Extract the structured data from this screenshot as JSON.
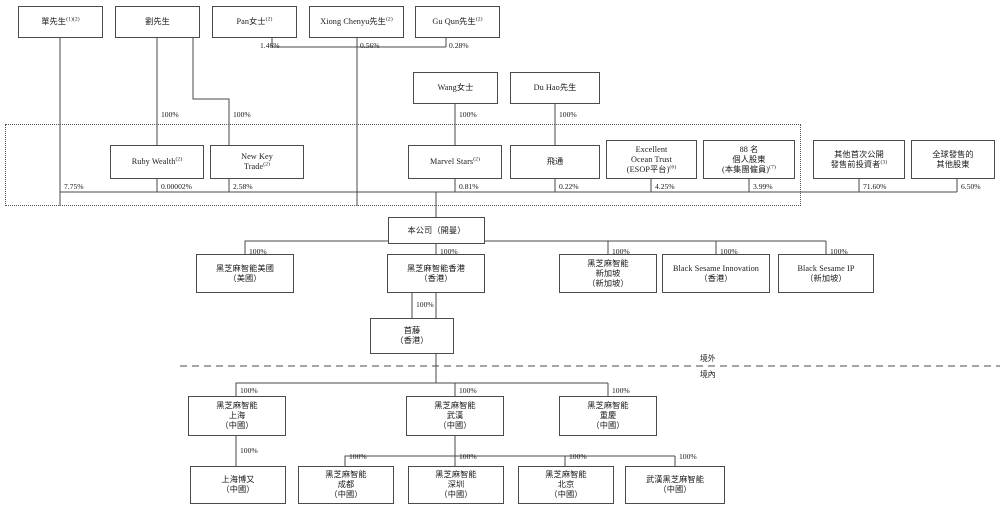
{
  "chart": {
    "title": "Corporate Shareholding Structure",
    "zone_labels": {
      "offshore": "境外",
      "onshore": "境內"
    },
    "colors": {
      "box_border": "#4a4a4a",
      "line": "#4a4a4a",
      "dotted_border": "#555555",
      "text": "#1a1a1a",
      "background": "#ffffff"
    }
  },
  "nodes": {
    "shan": {
      "l1": "單先生",
      "sup": "(1)(2)"
    },
    "liu": {
      "l1": "劉先生"
    },
    "pan": {
      "l1": "Pan女士",
      "sup": "(2)"
    },
    "xiong": {
      "l1": "Xiong Chenyu先生",
      "sup": "(2)"
    },
    "guqun": {
      "l1": "Gu Qun先生",
      "sup": "(2)"
    },
    "wang": {
      "l1": "Wang女士"
    },
    "duhao": {
      "l1": "Du Hao先生"
    },
    "ruby": {
      "l1": "Ruby Wealth",
      "sup": "(2)"
    },
    "newkey": {
      "l1": "New Key",
      "l2": "Trade",
      "sup": "(2)"
    },
    "marvel": {
      "l1": "Marvel Stars",
      "sup": "(2)"
    },
    "feitong": {
      "l1": "飛通"
    },
    "esop": {
      "l1": "Excellent",
      "l2": "Ocean Trust",
      "l3": "(ESOP平台)",
      "sup": "(6)"
    },
    "indiv88": {
      "l1": "88 名",
      "l2": "個人股東",
      "l3": "(本集團僱員)",
      "sup": "(7)"
    },
    "preipo": {
      "l1": "其他首次公開",
      "l2": "發售前投資者",
      "sup": "(3)"
    },
    "globaloffer": {
      "l1": "全球發售的",
      "l2": "其他股東"
    },
    "company": {
      "l1": "本公司（開曼）"
    },
    "bsm_us": {
      "l1": "黑芝麻智能美國",
      "l2": "（美國）"
    },
    "bsm_hk": {
      "l1": "黑芝麻智能香港",
      "l2": "（香港）"
    },
    "bsm_sg": {
      "l1": "黑芝麻智能",
      "l2": "新加坡",
      "l3": "（新加坡）"
    },
    "bs_innovation": {
      "l1": "Black Sesame Innovation",
      "l2": "（香港）"
    },
    "bs_ip": {
      "l1": "Black Sesame IP",
      "l2": "（新加坡）"
    },
    "shouteng": {
      "l1": "首藤",
      "l2": "（香港）"
    },
    "bsm_shanghai": {
      "l1": "黑芝麻智能",
      "l2": "上海",
      "l3": "（中國）"
    },
    "bsm_wuhan": {
      "l1": "黑芝麻智能",
      "l2": "武漢",
      "l3": "（中國）"
    },
    "bsm_chongqing": {
      "l1": "黑芝麻智能",
      "l2": "重慶",
      "l3": "（中國）"
    },
    "shanghai_boyou": {
      "l1": "上海博又",
      "l2": "（中國）"
    },
    "bsm_chengdu": {
      "l1": "黑芝麻智能",
      "l2": "成都",
      "l3": "（中國）"
    },
    "bsm_shenzhen": {
      "l1": "黑芝麻智能",
      "l2": "深圳",
      "l3": "（中國）"
    },
    "bsm_beijing": {
      "l1": "黑芝麻智能",
      "l2": "北京",
      "l3": "（中國）"
    },
    "wuhan_bsm": {
      "l1": "武漢黑芝麻智能",
      "l2": "（中國）"
    }
  },
  "percentages": {
    "pan_pct": "1.46%",
    "xiong_pct": "0.56%",
    "guqun_pct": "0.28%",
    "wang_pct": "100%",
    "duhao_pct": "100%",
    "liu_ruby_pct": "100%",
    "liu_newkey_pct": "100%",
    "shan_company_pct": "7.75%",
    "ruby_company_pct": "0.00002%",
    "newkey_company_pct": "2.58%",
    "marvel_company_pct": "0.81%",
    "feitong_company_pct": "0.22%",
    "esop_company_pct": "4.25%",
    "indiv88_company_pct": "3.99%",
    "preipo_company_pct": "71.60%",
    "globaloffer_company_pct": "6.50%",
    "company_us_pct": "100%",
    "company_hk_pct": "100%",
    "company_sg_pct": "100%",
    "company_innovation_pct": "100%",
    "company_ip_pct": "100%",
    "hk_shouteng_pct": "100%",
    "hk_shanghai_pct": "100%",
    "hk_wuhan_pct": "100%",
    "hk_chongqing_pct": "100%",
    "shanghai_boyou_pct": "100%",
    "wuhan_chengdu_pct": "100%",
    "wuhan_shenzhen_pct": "100%",
    "wuhan_beijing_pct": "100%",
    "wuhan_wbsm_pct": "100%"
  }
}
